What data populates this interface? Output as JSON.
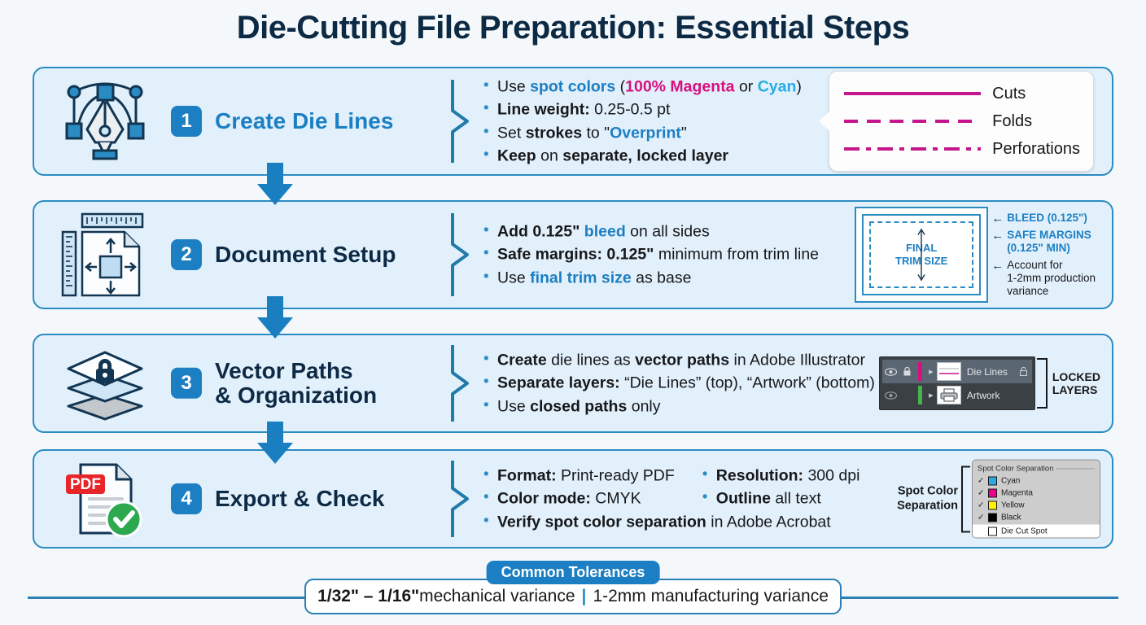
{
  "title": "Die-Cutting File Preparation: Essential Steps",
  "colors": {
    "accent_blue": "#1d7fc3",
    "border_blue": "#2b8cc4",
    "navy": "#0d2a45",
    "magenta": "#d6117f",
    "cyan": "#29abe2",
    "panel_bg": "#e2f0fb",
    "page_bg": "#f4f8fa"
  },
  "steps": [
    {
      "number": "1",
      "title": "Create Die Lines",
      "icon": "pen-tool-icon",
      "bullets": [
        [
          {
            "t": "Use ",
            "s": "n"
          },
          {
            "t": "spot colors",
            "s": "blue"
          },
          {
            "t": " (",
            "s": "n"
          },
          {
            "t": "100% Magenta",
            "s": "magenta"
          },
          {
            "t": " or ",
            "s": "n"
          },
          {
            "t": "Cyan",
            "s": "cyan"
          },
          {
            "t": ")",
            "s": "n"
          }
        ],
        [
          {
            "t": "Line weight:",
            "s": "b"
          },
          {
            "t": " 0.25-0.5 pt",
            "s": "n"
          }
        ],
        [
          {
            "t": "Set ",
            "s": "n"
          },
          {
            "t": "strokes",
            "s": "b"
          },
          {
            "t": " to \"",
            "s": "n"
          },
          {
            "t": "Overprint",
            "s": "blue"
          },
          {
            "t": "\"",
            "s": "n"
          }
        ],
        [
          {
            "t": "Keep",
            "s": "b"
          },
          {
            "t": " on ",
            "s": "n"
          },
          {
            "t": "separate, locked layer",
            "s": "b"
          }
        ]
      ]
    },
    {
      "number": "2",
      "title": "Document Setup",
      "icon": "document-ruler-icon",
      "bullets": [
        [
          {
            "t": "Add 0.125\" ",
            "s": "b"
          },
          {
            "t": "bleed",
            "s": "blue"
          },
          {
            "t": " on all sides",
            "s": "n"
          }
        ],
        [
          {
            "t": "Safe margins: 0.125\"",
            "s": "b"
          },
          {
            "t": " minimum from trim line",
            "s": "n"
          }
        ],
        [
          {
            "t": "Use ",
            "s": "n"
          },
          {
            "t": "final trim size",
            "s": "blue"
          },
          {
            "t": " as base",
            "s": "n"
          }
        ]
      ]
    },
    {
      "number": "3",
      "title": "Vector Paths\n& Organization",
      "icon": "locked-layers-icon",
      "bullets": [
        [
          {
            "t": "Create",
            "s": "b"
          },
          {
            "t": " die lines as ",
            "s": "n"
          },
          {
            "t": "vector paths",
            "s": "b"
          },
          {
            "t": " in Adobe Illustrator",
            "s": "n"
          }
        ],
        [
          {
            "t": "Separate layers:",
            "s": "b"
          },
          {
            "t": " “Die Lines” (top), “Artwork” (bottom)",
            "s": "n"
          }
        ],
        [
          {
            "t": "Use ",
            "s": "n"
          },
          {
            "t": "closed paths",
            "s": "b"
          },
          {
            "t": " only",
            "s": "n"
          }
        ]
      ]
    },
    {
      "number": "4",
      "title": "Export & Check",
      "icon": "pdf-check-icon",
      "bullets_col1": [
        [
          {
            "t": "Format:",
            "s": "b"
          },
          {
            "t": " Print-ready PDF",
            "s": "n"
          }
        ],
        [
          {
            "t": "Color mode:",
            "s": "b"
          },
          {
            "t": " CMYK",
            "s": "n"
          }
        ]
      ],
      "bullets_col2": [
        [
          {
            "t": "Resolution:",
            "s": "b"
          },
          {
            "t": " 300 dpi",
            "s": "n"
          }
        ],
        [
          {
            "t": "Outline",
            "s": "b"
          },
          {
            "t": " all text",
            "s": "n"
          }
        ]
      ],
      "bullets_full": [
        [
          {
            "t": "Verify spot color separation",
            "s": "b"
          },
          {
            "t": " in Adobe Acrobat",
            "s": "n"
          }
        ]
      ]
    }
  ],
  "legend": {
    "items": [
      {
        "label": "Cuts",
        "style": "solid"
      },
      {
        "label": "Folds",
        "style": "dashed"
      },
      {
        "label": "Perforations",
        "style": "dash-dot"
      }
    ]
  },
  "trim_diagram": {
    "center_label": "FINAL\nTRIM SIZE",
    "notes": [
      {
        "text": "BLEED (0.125\")",
        "style": "blue"
      },
      {
        "text": "SAFE MARGINS\n(0.125\" MIN)",
        "style": "blue"
      },
      {
        "text": "Account for\n1-2mm production\nvariance",
        "style": "dark"
      }
    ]
  },
  "layers_panel": {
    "rows": [
      {
        "name": "Die Lines",
        "color": "#d6117f",
        "selected": true,
        "locked": true,
        "thumb": "die-line-thumb"
      },
      {
        "name": "Artwork",
        "color": "#47b34a",
        "selected": false,
        "locked": false,
        "thumb": "printer-thumb"
      }
    ],
    "bracket_label": "LOCKED\nLAYERS"
  },
  "spot_panel": {
    "outside_label": "Spot Color\nSeparation",
    "title": "Spot Color Separation",
    "rows": [
      {
        "name": "Cyan",
        "swatch": "#29abe2",
        "checked": true
      },
      {
        "name": "Magenta",
        "swatch": "#ec008c",
        "checked": true
      },
      {
        "name": "Yellow",
        "swatch": "#fff200",
        "checked": true
      },
      {
        "name": "Black",
        "swatch": "#000000",
        "checked": true
      },
      {
        "name": "Die Cut Spot",
        "swatch": "#ffffff",
        "checked": false
      }
    ]
  },
  "tolerances": {
    "badge": "Common Tolerances",
    "left": "1/32\" – 1/16\" mechanical variance",
    "separator": "|",
    "right": "1-2mm manufacturing variance",
    "left_bold": "1/32\" – 1/16\"",
    "left_rest": " mechanical variance",
    "right_text": "1-2mm manufacturing variance"
  }
}
